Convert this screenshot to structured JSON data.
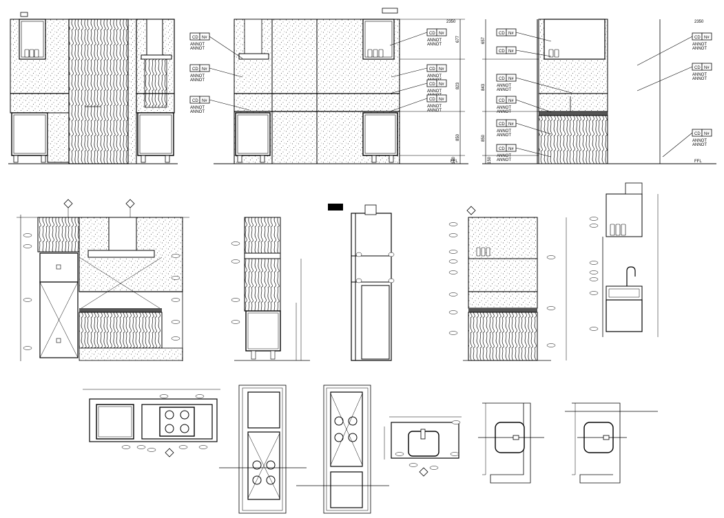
{
  "tag_label": {
    "code": "CD",
    "ref": "N#",
    "annot": "ANNOT"
  },
  "ffl": "FFL",
  "elev2": {
    "dims": [
      "677",
      "823",
      "850",
      "150"
    ],
    "top": "2350"
  },
  "elev3": {
    "dims": [
      "657",
      "843",
      "850",
      "150"
    ],
    "top": "2350"
  }
}
